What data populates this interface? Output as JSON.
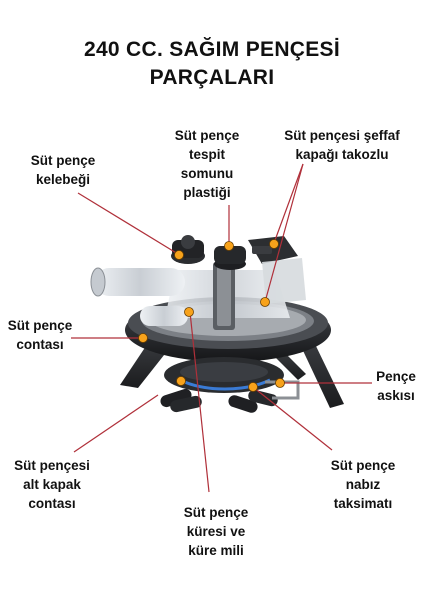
{
  "title": {
    "line1": "240 CC. SAĞIM PENÇESİ",
    "line2": "PARÇALARI"
  },
  "labels": {
    "kelebek": [
      "Süt pençe",
      "kelebeği"
    ],
    "tespit": [
      "Süt pençe",
      "tespit",
      "somunu",
      "plastiği"
    ],
    "kapak": [
      "Süt pençesi şeffaf",
      "kapağı takozlu"
    ],
    "conta": [
      "Süt pençe",
      "contası"
    ],
    "aski": [
      "Pençe",
      "askısı"
    ],
    "alt_kapak": [
      "Süt pençesi",
      "alt kapak",
      "contası"
    ],
    "nabiz": [
      "Süt pençe",
      "nabız",
      "taksimatı"
    ],
    "kure": [
      "Süt pençe",
      "küresi ve",
      "küre mili"
    ]
  },
  "colors": {
    "leader_line": "#b0303a",
    "marker": "#f7a21b",
    "body_dark": "#2b2d30",
    "glass": "#d9dde2"
  }
}
